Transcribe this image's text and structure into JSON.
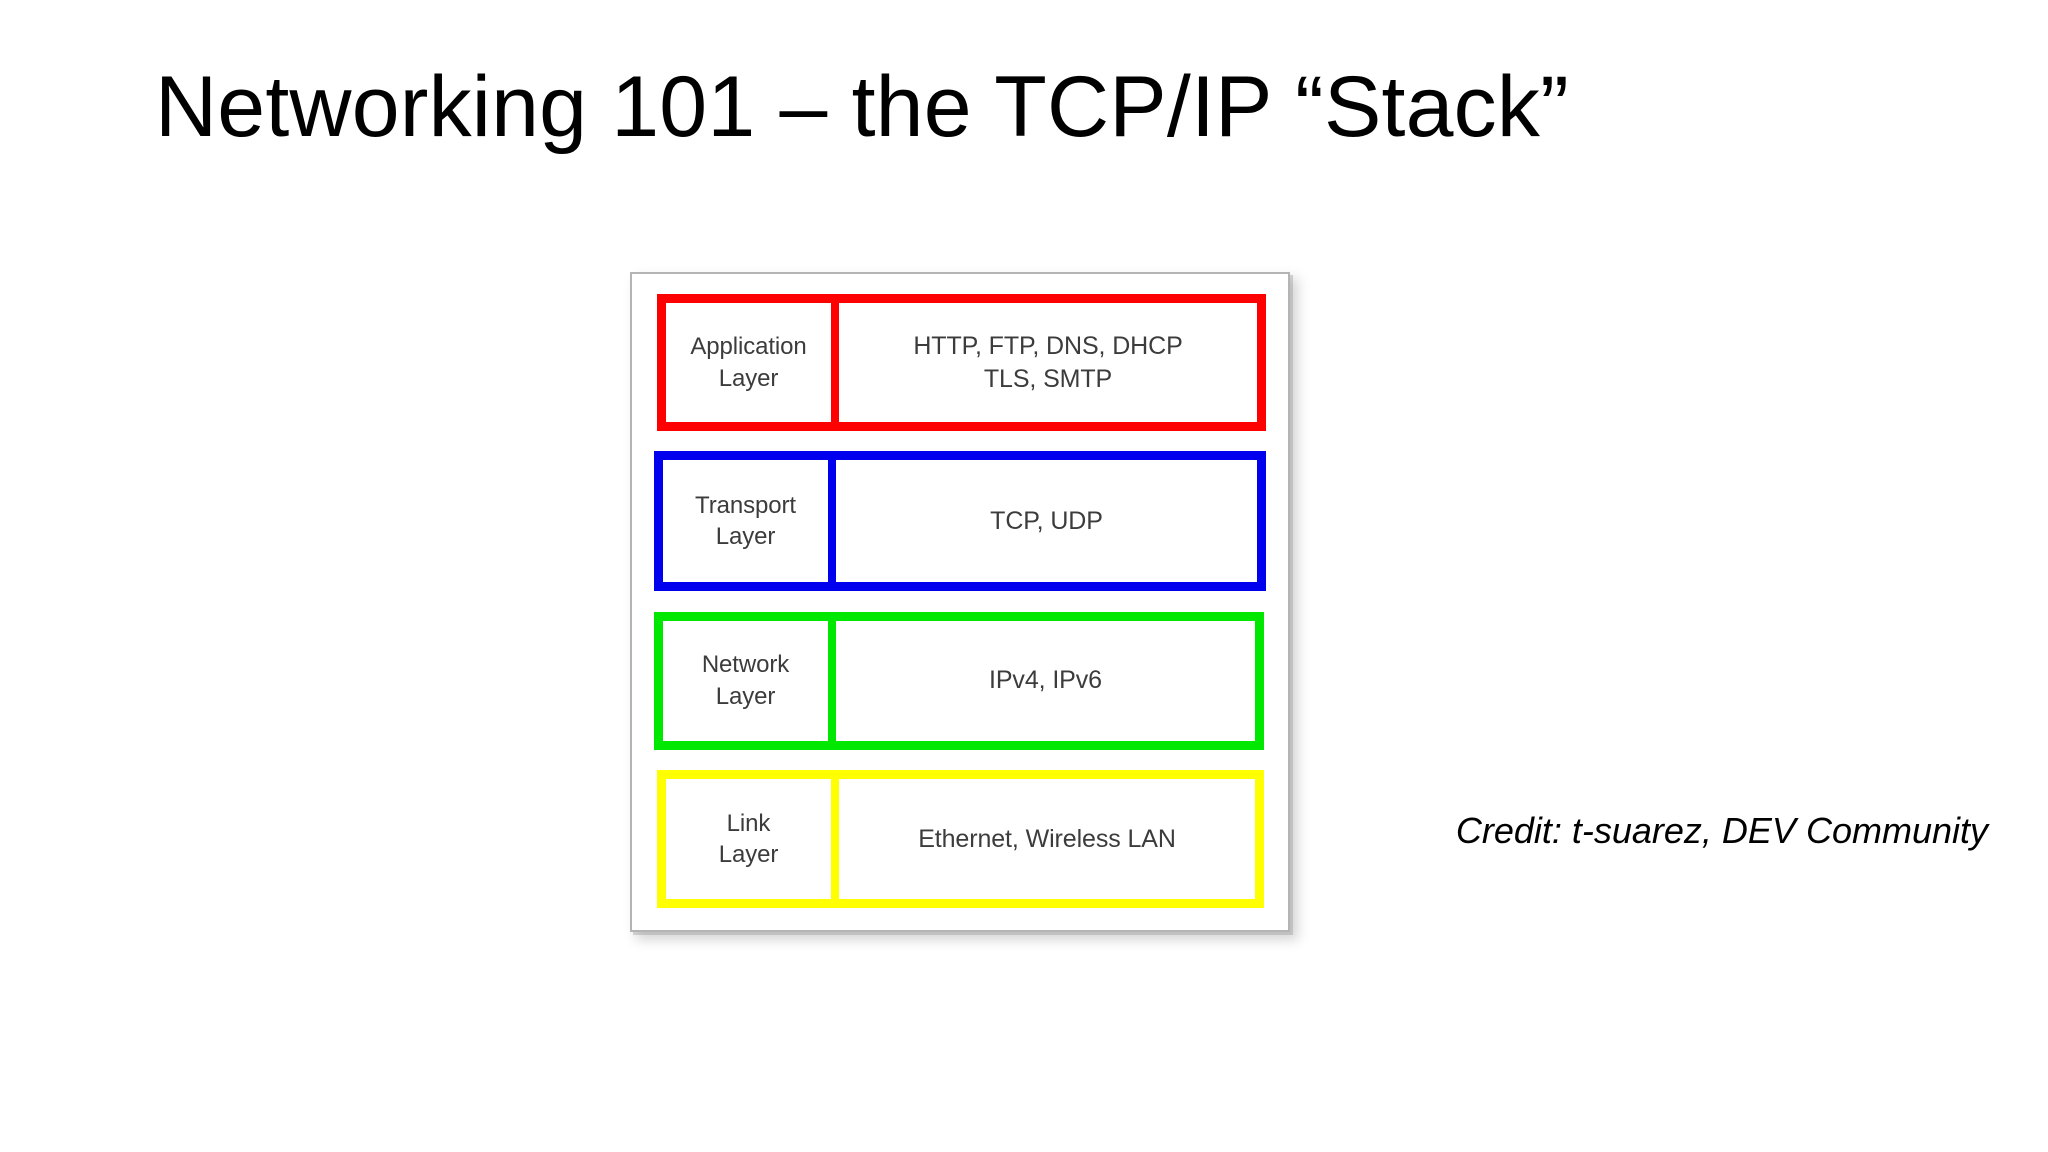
{
  "slide": {
    "title": "Networking 101 – the TCP/IP “Stack”",
    "background_color": "#ffffff",
    "credit": "Credit: t-suarez, DEV Community"
  },
  "diagram": {
    "name": "tcp-ip-stack-diagram",
    "frame_border_color": "#b4b4b4",
    "box_text_color": "#3c3c3c",
    "layers": [
      {
        "id": "application",
        "name": "Application\nLayer",
        "name_line1": "Application",
        "name_line2": "Layer",
        "protocols": "HTTP, FTP, DNS, DHCP\nTLS, SMTP",
        "protocols_line1": "HTTP, FTP, DNS, DHCP",
        "protocols_line2": "TLS, SMTP",
        "color": "#ff0000",
        "color_name": "red"
      },
      {
        "id": "transport",
        "name": "Transport\nLayer",
        "name_line1": "Transport",
        "name_line2": "Layer",
        "protocols": "TCP, UDP",
        "protocols_line1": "TCP, UDP",
        "protocols_line2": "",
        "color": "#0000ee",
        "color_name": "blue"
      },
      {
        "id": "network",
        "name": "Network\nLayer",
        "name_line1": "Network",
        "name_line2": "Layer",
        "protocols": "IPv4, IPv6",
        "protocols_line1": "IPv4, IPv6",
        "protocols_line2": "",
        "color": "#00e800",
        "color_name": "green"
      },
      {
        "id": "link",
        "name": "Link\nLayer",
        "name_line1": "Link",
        "name_line2": "Layer",
        "protocols": "Ethernet, Wireless LAN",
        "protocols_line1": "Ethernet, Wireless LAN",
        "protocols_line2": "",
        "color": "#ffff00",
        "color_name": "yellow"
      }
    ]
  }
}
